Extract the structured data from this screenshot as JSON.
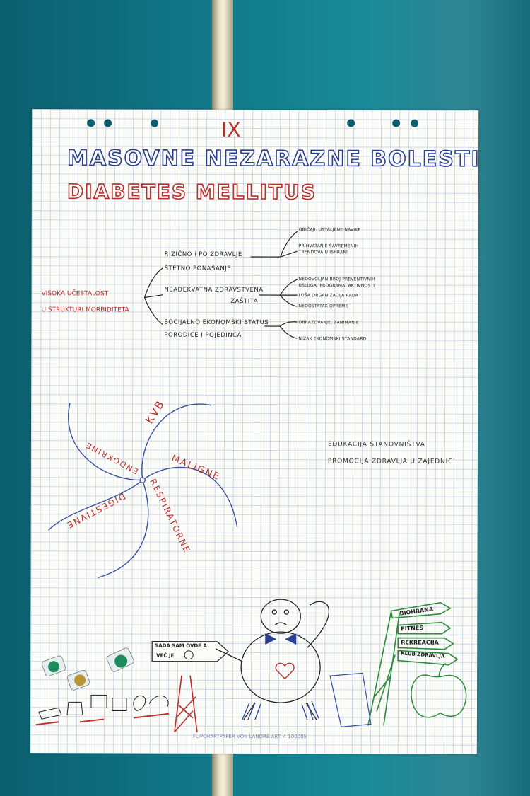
{
  "chart_number": "IX",
  "titles": {
    "main": "MASOVNE NEZARAZNE BOLESTI",
    "sub": "DIABETES MELLITUS"
  },
  "left_note": {
    "line1": "VISOKA UČESTALOST",
    "line2": "U STRUKTURI MORBIDITETA"
  },
  "branches": [
    {
      "label": "RIZIČNO i PO ZDRAVLJE",
      "label2": "ŠTETNO PONAŠANJE",
      "subs": [
        "OBIČAJI, USTALJENE NAVIKE",
        "PRIHVATANJE SAVREMENIH",
        "TRENDOVA U ISHRANI"
      ]
    },
    {
      "label": "NEADEKVATNA ZDRAVSTVENA",
      "label2": "ZAŠTITA",
      "subs": [
        "NEDOVOLJAN BROJ PREVENTIVNIH",
        "USLUGA, PROGRAMA, AKTIVNOSTI",
        "LOŠA ORGANIZACIJA RADA",
        "NEDOSTATAK OPREME"
      ]
    },
    {
      "label": "SOCIJALNO EKONOMSKI STATUS",
      "label2": "PORODICE I POJEDINCA",
      "subs": [
        "OBRAZOVANJE, ZANIMANJE",
        "NIZAK EKONOMSKI STANDARD"
      ]
    }
  ],
  "pinwheel": [
    "KVB",
    "MALIGNE",
    "RESPIRATORNE",
    "DIGESTIVNE",
    "ENDOKRINE"
  ],
  "right_note": {
    "line1": "EDUKACIJA STANOVNIŠTVA",
    "line2": "PROMOCIJA ZDRAVLJA U ZAJEDNICI"
  },
  "sign_text": {
    "line1": "SADA SAM OVDE A",
    "line2": "VEĆ JE"
  },
  "signpost": [
    "BIOHRANA",
    "FITNES",
    "REKREACIJA",
    "KLUB ZDRAVLJA"
  ],
  "footer": "FLIPCHARTPAPER VON LANDRÉ ART. 4 100005",
  "colors": {
    "blue_ink": "#2b3f92",
    "red_ink": "#b8302d",
    "green_ink": "#2e8b3a",
    "wall": "#127c8c"
  }
}
